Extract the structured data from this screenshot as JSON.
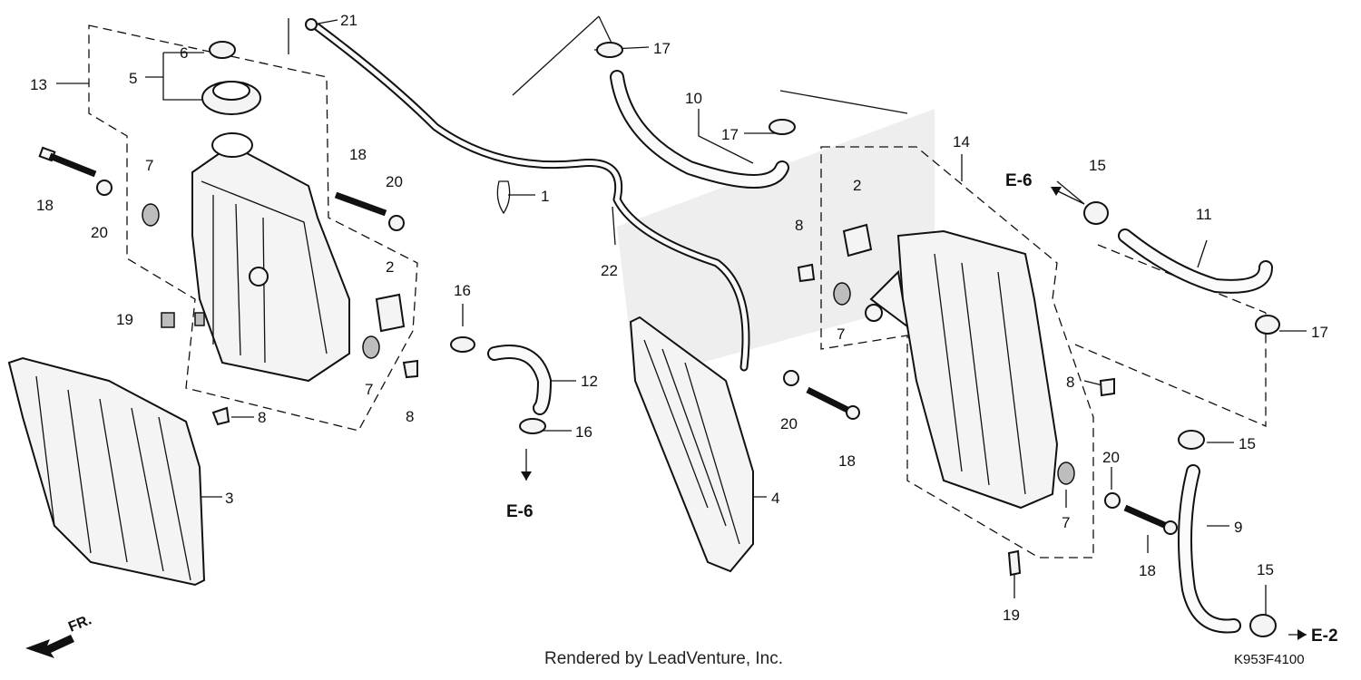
{
  "callouts": {
    "c1": "1",
    "c2a": "2",
    "c2b": "2",
    "c3": "3",
    "c4": "4",
    "c5": "5",
    "c6": "6",
    "c7a": "7",
    "c7b": "7",
    "c7c": "7",
    "c7d": "7",
    "c8a": "8",
    "c8b": "8",
    "c8c": "8",
    "c8d": "8",
    "c9": "9",
    "c10": "10",
    "c11": "11",
    "c12": "12",
    "c13": "13",
    "c14": "14",
    "c15a": "15",
    "c15b": "15",
    "c15c": "15",
    "c16a": "16",
    "c16b": "16",
    "c17a": "17",
    "c17b": "17",
    "c17c": "17",
    "c18a": "18",
    "c18b": "18",
    "c18c": "18",
    "c18d": "18",
    "c19a": "19",
    "c19b": "19",
    "c20a": "20",
    "c20b": "20",
    "c20c": "20",
    "c20d": "20",
    "c21": "21",
    "c22": "22"
  },
  "refs": {
    "e6_bottom": "E-6",
    "e6_right": "E-6",
    "e2": "E-2"
  },
  "direction": "FR.",
  "credit": "Rendered by LeadVenture, Inc.",
  "diagram_code": "K953F4100"
}
